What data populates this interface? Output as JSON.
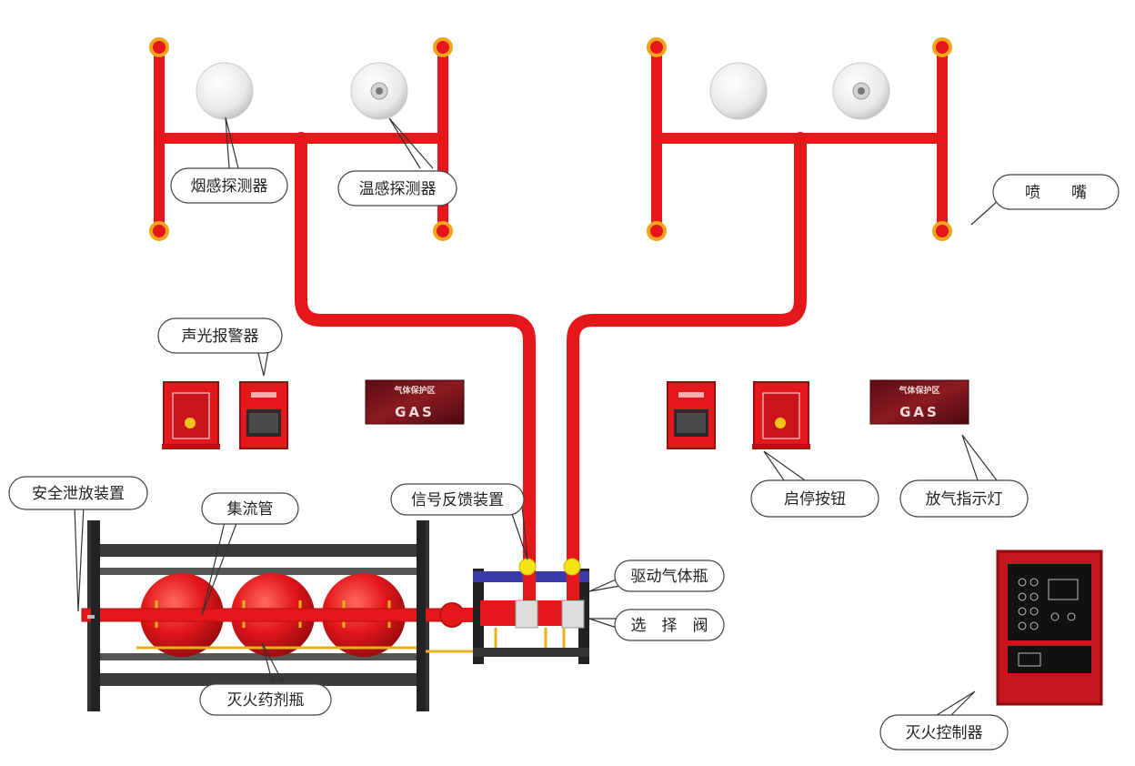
{
  "labels": {
    "smoke_detector": "烟感探测器",
    "heat_detector": "温感探测器",
    "nozzle": "喷　　嘴",
    "alarm": "声光报警器",
    "pressure_relief": "安全泄放装置",
    "manifold": "集流管",
    "signal_feedback": "信号反馈装置",
    "drive_gas_cylinder": "驱动气体瓶",
    "selector_valve": "选　择　阀",
    "agent_cylinder": "灭火药剂瓶",
    "start_stop_button": "启停按钮",
    "discharge_indicator": "放气指示灯",
    "controller": "灭火控制器"
  },
  "gas_sign": {
    "title": "气体保护区",
    "text": "GAS"
  },
  "colors": {
    "pipe": "#e4171b",
    "pipe_dark": "#b80f12",
    "frame": "#333333",
    "joint_gold": "#f2a51a",
    "controller_bg": "#c4161c",
    "panel": "#111111"
  }
}
